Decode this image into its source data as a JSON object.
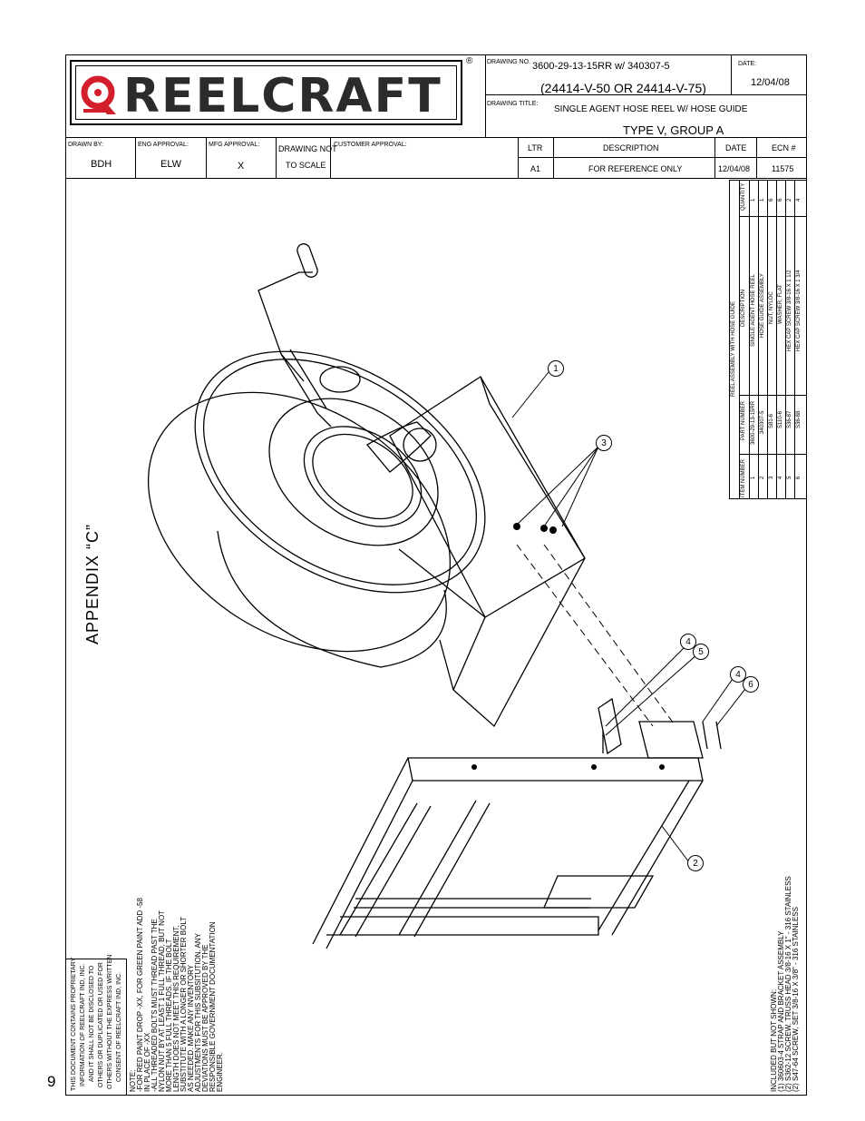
{
  "header": {
    "registered_mark": "®",
    "brand": "REELCRAFT",
    "drawing_no_label": "DRAWING NO.",
    "drawing_no": "3600-29-13-15RR w/ 340307-5",
    "drawing_no_alt": "(24414-V-50 OR 24414-V-75)",
    "date_label": "DATE:",
    "date": "12/04/08",
    "drawing_title_label": "DRAWING TITLE:",
    "drawing_title": "SINGLE AGENT HOSE REEL W/ HOSE GUIDE",
    "drawing_subtitle": "TYPE V, GROUP A"
  },
  "approvals": {
    "drawn_by_label": "DRAWN BY:",
    "drawn_by": "BDH",
    "eng_label": "ENG APPROVAL:",
    "eng": "ELW",
    "mfg_label": "MFG APPROVAL:",
    "mfg": "X",
    "scale_line1": "DRAWING NOT",
    "scale_line2": "TO SCALE",
    "customer_label": "CUSTOMER APPROVAL:"
  },
  "revision": {
    "headers": [
      "LTR",
      "DESCRIPTION",
      "DATE",
      "ECN #"
    ],
    "row": [
      "A1",
      "FOR REFERENCE ONLY",
      "12/04/08",
      "11575"
    ]
  },
  "bom": {
    "title": "REEL ASSEMBLY WITH HOSE GUIDE",
    "headers": [
      "ITEM NUMBER",
      "PART NUMBER",
      "DESCRIPTION",
      "QUANTITY"
    ],
    "rows": [
      [
        "1",
        "3600-29-13-15RR",
        "SINGLE AGENT HOSE REEL",
        "1"
      ],
      [
        "2",
        "340307-5",
        "HOSE GUIDE ASSEMBLY",
        "1"
      ],
      [
        "3",
        "S81-6",
        "NUT, NYLOC",
        "6"
      ],
      [
        "4",
        "S110-6",
        "WASHER, FLAT",
        "6"
      ],
      [
        "5",
        "S36-87",
        "HEX CAP SCREW 3/8-16 X 1 1/2",
        "2"
      ],
      [
        "6",
        "S36-88",
        "HEX CAP SCREW 3/8-16 X 1 3/4",
        "4"
      ]
    ]
  },
  "appendix": "APPENDIX “C”",
  "callouts": [
    "1",
    "2",
    "3",
    "4",
    "5",
    "4",
    "6"
  ],
  "notes": {
    "title": "NOTE:",
    "lines": [
      "-FOR RED PAINT DROP -XX, FOR GREEN PAINT ADD -58",
      "IN PLACE OF -XX",
      "-ALL THREADED BOLTS MUST THREAD PAST THE",
      "NYLON NUT BY AT LEAST 1 FULL THREAD, BUT NOT",
      "MORE THAN 5 FULL THREADS.  IF THE BOLT",
      "LENGTH DOES NOT MEET THIS REQUIREMENT,",
      "SUBSTITUTE WITH A LONGER OR SHORTER BOLT",
      "AS NEEDED.  MAKE ANY INVENTORY",
      "ADJUSTMENTS FOR THIS SUBSITUTION.  ANY",
      "DEVIATIONS MUST BE APPROVED BY THE",
      "RESPONSIBLE GOVERNMENT DOCUMENTATION",
      "ENGINEER."
    ]
  },
  "proprietary": [
    "THIS DOCUMENT CONTAINS PROPRIETARY",
    "INFORMATION OF REELCRAFT IND, INC.",
    "AND IT SHALL NOT BE DISCLOSED TO",
    "OTHERS OR DUPLICATED OR USED FOR",
    "OTHERS WITHOUT THE EXPRESS WRITTEN",
    "CONSENT OF REELCRAFT IND, INC."
  ],
  "included": {
    "title": "INCLUDED BUT NOT SHOWN:",
    "lines": [
      "(1)   360603-4    STRAP AND BRACKET ASSEMBLY",
      "(2)   S362-12     SCREW, TRUSS HEAD 3/8-16 X 1\" - 316 STAINLESS",
      "(2)   S47-64      SCREW, SET 3/8-16 X 3/8\" - 316 STAINLESS"
    ]
  },
  "page_number": "9"
}
